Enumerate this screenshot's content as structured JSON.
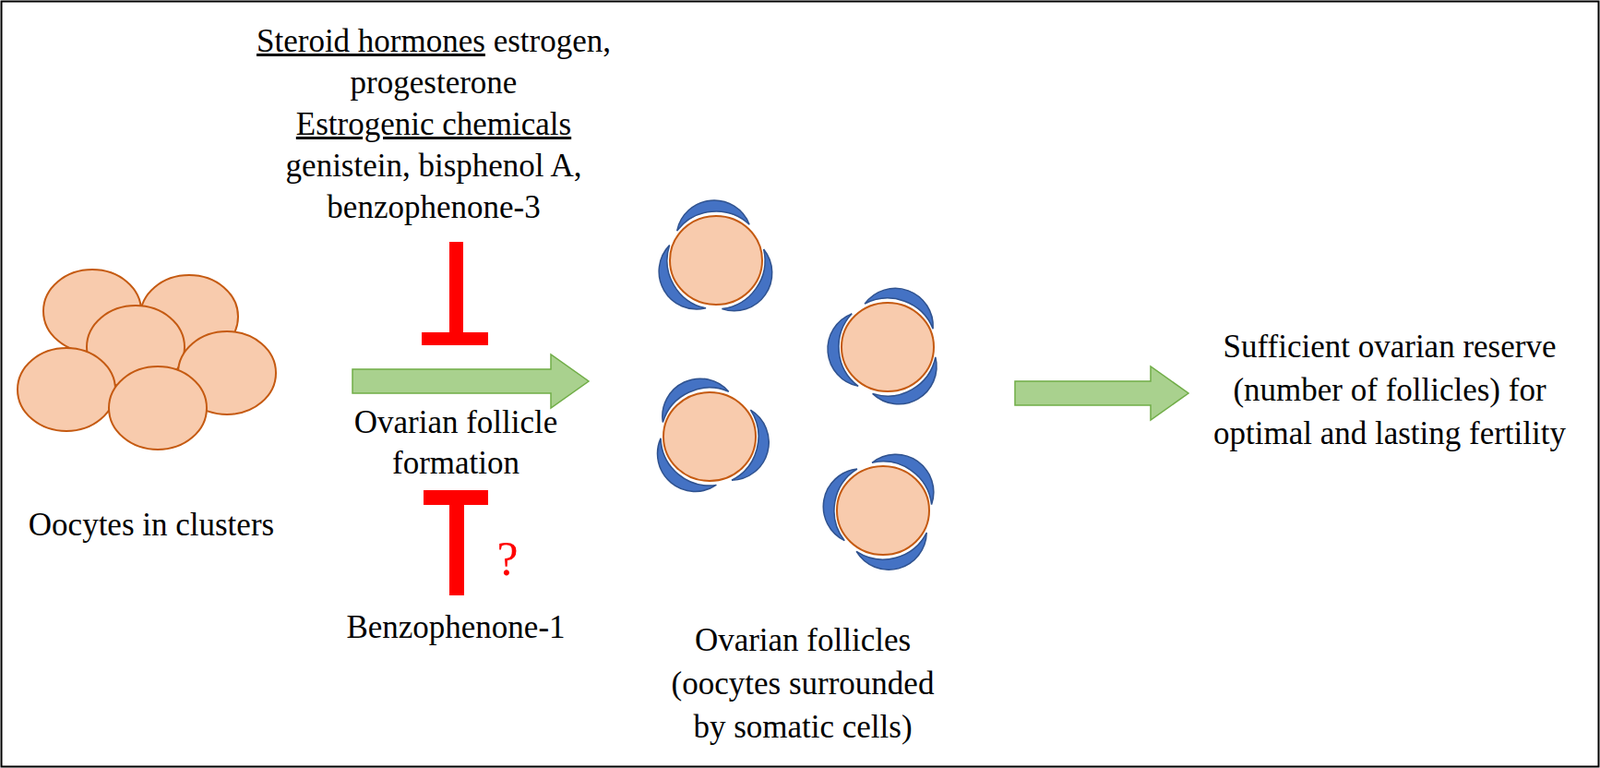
{
  "diagram": {
    "nodes": [
      {
        "text": [
          "Oocytes in clusters"
        ]
      },
      {
        "text": [
          "Ovarian follicles (oocytes surrounded by somatic cells)"
        ]
      },
      {
        "text": [
          "Sufficient ovarian reserve (number of follicles) for optimal and lasting fertility"
        ]
      }
    ],
    "edges": [
      {
        "from": 0,
        "to": 1,
        "arrow": "to",
        "label": "Ovarian follicle formation"
      },
      {
        "from": 1,
        "to": 2,
        "arrow": "to"
      }
    ],
    "labels": [
      "Steroid hormones",
      "estrogen, progesterone",
      "Estrogenic chemicals",
      "genistein, bisphenol A, benzophenone-3",
      "?",
      "Benzophenone-1"
    ]
  }
}
